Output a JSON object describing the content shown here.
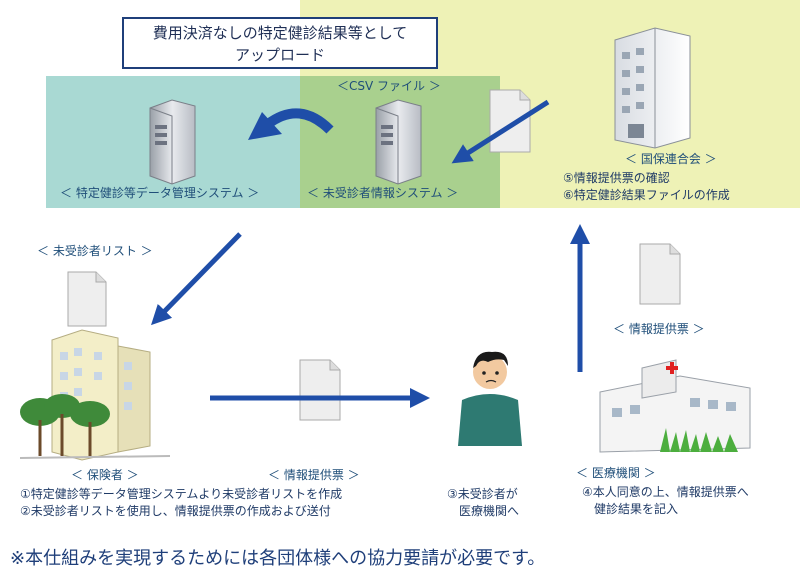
{
  "title": {
    "line1": "費用決済なしの特定健診結果等として",
    "line2": "アップロード"
  },
  "systems": {
    "tokutei": "＜ 特定健診等データ管理システム ＞",
    "mijushin": "＜ 未受診者情報システム ＞",
    "csv_file": "＜CSV ファイル ＞"
  },
  "kokuho": {
    "label": "＜ 国保連合会 ＞",
    "step5": "⑤情報提供票の確認",
    "step6": "⑥特定健診結果ファイルの作成"
  },
  "labels": {
    "mijushin_list": "＜ 未受診者リスト ＞",
    "info_sheet_right": "＜ 情報提供票 ＞",
    "info_sheet_bottom": "＜ 情報提供票 ＞"
  },
  "hokensha": {
    "label": "＜ 保険者 ＞",
    "step1": "①特定健診等データ管理システムより未受診者リストを作成",
    "step2": "②未受診者リストを使用し、情報提供票の作成および送付"
  },
  "patient": {
    "step3_line1": "③未受診者が",
    "step3_line2": "　医療機関へ"
  },
  "hospital": {
    "label": "＜ 医療機関 ＞",
    "step4_line1": "④本人同意の上、情報提供票へ",
    "step4_line2": "　健診結果を記入"
  },
  "footnote": "※本仕組みを実現するためには各団体様への協力要請が必要です。",
  "colors": {
    "teal_region": "#a9d9d3",
    "green_region": "#a9d08e",
    "yellow_region": "#eef2b6",
    "arrow": "#1f4ea8"
  }
}
